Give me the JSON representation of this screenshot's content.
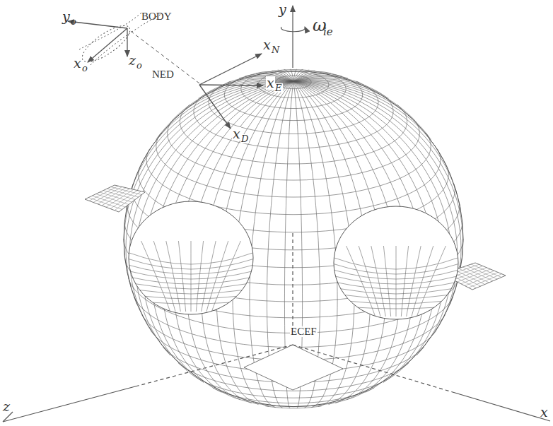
{
  "diagram": {
    "labels": [
      "BODY",
      "y",
      "o",
      "x",
      "o",
      "z",
      "o",
      "x",
      "N",
      "NED",
      "x",
      "E",
      "x",
      "D",
      "ECEF",
      "y",
      "ω",
      "ie",
      "x",
      "z"
    ]
  }
}
